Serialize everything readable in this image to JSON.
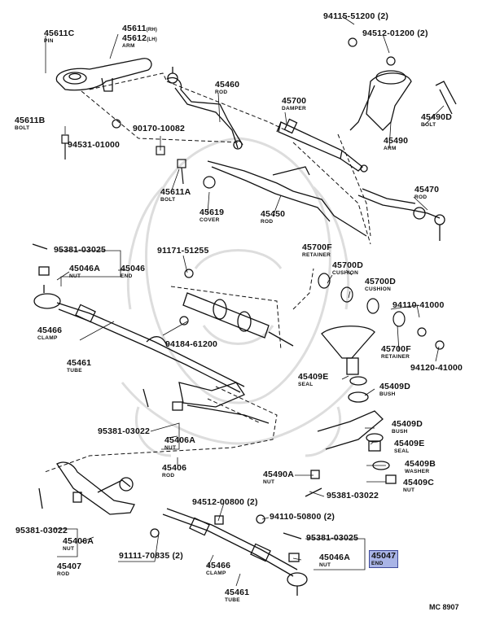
{
  "diagram_code": "MC 8907",
  "highlight_color": "#a9b4e6",
  "parts": [
    {
      "id": "p45611C",
      "number": "45611C",
      "name": "PIN"
    },
    {
      "id": "p45611",
      "number": "45611",
      "suffix": "(RH)",
      "name": ""
    },
    {
      "id": "p45612",
      "number": "45612",
      "suffix": "(LH)",
      "name": "ARM"
    },
    {
      "id": "p94115",
      "number": "94115-51200 (2)",
      "name": ""
    },
    {
      "id": "p94512a",
      "number": "94512-01200 (2)",
      "name": ""
    },
    {
      "id": "p45460",
      "number": "45460",
      "name": "ROD"
    },
    {
      "id": "p45700",
      "number": "45700",
      "name": "DAMPER"
    },
    {
      "id": "p45490D",
      "number": "45490D",
      "name": "BOLT"
    },
    {
      "id": "p45611B",
      "number": "45611B",
      "name": "BOLT"
    },
    {
      "id": "p90170",
      "number": "90170-10082",
      "name": ""
    },
    {
      "id": "p94531",
      "number": "94531-01000",
      "name": ""
    },
    {
      "id": "p45490",
      "number": "45490",
      "name": "ARM"
    },
    {
      "id": "p45611A",
      "number": "45611A",
      "name": "BOLT"
    },
    {
      "id": "p45470",
      "number": "45470",
      "name": "ROD"
    },
    {
      "id": "p45619",
      "number": "45619",
      "name": "COVER"
    },
    {
      "id": "p45450",
      "number": "45450",
      "name": "ROD"
    },
    {
      "id": "p95381a",
      "number": "95381-03025",
      "name": ""
    },
    {
      "id": "p91171",
      "number": "91171-51255",
      "name": ""
    },
    {
      "id": "p45700F1",
      "number": "45700F",
      "name": "RETAINER"
    },
    {
      "id": "p45046A1",
      "number": "45046A",
      "name": "NUT"
    },
    {
      "id": "p45046",
      "number": "45046",
      "name": "END"
    },
    {
      "id": "p45700D1",
      "number": "45700D",
      "name": "CUSHION"
    },
    {
      "id": "p45700D2",
      "number": "45700D",
      "name": "CUSHION"
    },
    {
      "id": "p94110a",
      "number": "94110-41000",
      "name": ""
    },
    {
      "id": "p45466a",
      "number": "45466",
      "name": "CLAMP"
    },
    {
      "id": "p94184",
      "number": "94184-61200",
      "name": ""
    },
    {
      "id": "p45700F2",
      "number": "45700F",
      "name": "RETAINER"
    },
    {
      "id": "p94120",
      "number": "94120-41000",
      "name": ""
    },
    {
      "id": "p45461a",
      "number": "45461",
      "name": "TUBE"
    },
    {
      "id": "p45409E1",
      "number": "45409E",
      "name": "SEAL"
    },
    {
      "id": "p45409D1",
      "number": "45409D",
      "name": "BUSH"
    },
    {
      "id": "p95381b",
      "number": "95381-03022",
      "name": ""
    },
    {
      "id": "p45406A1",
      "number": "45406A",
      "name": "NUT"
    },
    {
      "id": "p45409D2",
      "number": "45409D",
      "name": "BUSH"
    },
    {
      "id": "p45409E2",
      "number": "45409E",
      "name": "SEAL"
    },
    {
      "id": "p45406",
      "number": "45406",
      "name": "ROD"
    },
    {
      "id": "p45409B",
      "number": "45409B",
      "name": "WASHER"
    },
    {
      "id": "p45490A",
      "number": "45490A",
      "name": "NUT"
    },
    {
      "id": "p45409C",
      "number": "45409C",
      "name": "NUT"
    },
    {
      "id": "p95381c",
      "number": "95381-03022",
      "name": ""
    },
    {
      "id": "p94512b",
      "number": "94512-00800 (2)",
      "name": ""
    },
    {
      "id": "p94110b",
      "number": "94110-50800 (2)",
      "name": ""
    },
    {
      "id": "p95381d",
      "number": "95381-03022",
      "name": ""
    },
    {
      "id": "p45406A2",
      "number": "45406A",
      "name": "NUT"
    },
    {
      "id": "p95381e",
      "number": "95381-03025",
      "name": ""
    },
    {
      "id": "p91111",
      "number": "91111-70835 (2)",
      "name": ""
    },
    {
      "id": "p45046A2",
      "number": "45046A",
      "name": "NUT"
    },
    {
      "id": "p45047",
      "number": "45047",
      "name": "END",
      "highlighted": true
    },
    {
      "id": "p45407",
      "number": "45407",
      "name": "ROD"
    },
    {
      "id": "p45466b",
      "number": "45466",
      "name": "CLAMP"
    },
    {
      "id": "p45461b",
      "number": "45461",
      "name": "TUBE"
    }
  ]
}
